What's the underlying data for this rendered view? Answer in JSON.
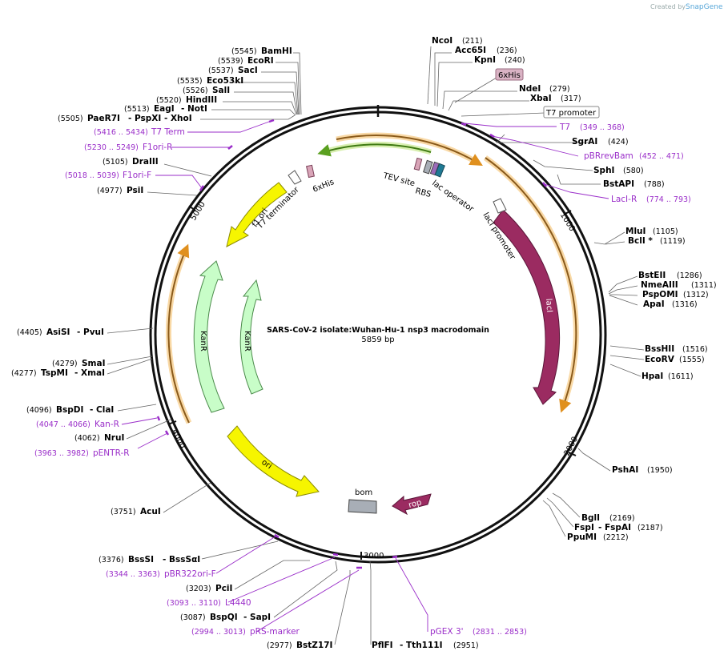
{
  "credit": {
    "prefix": "Created by",
    "brand": "SnapGene"
  },
  "plasmid": {
    "name": "SARS-CoV-2 isolate:Wuhan-Hu-1 nsp3 macrodomain",
    "size_label": "5859 bp"
  },
  "ticks": [
    "1000",
    "2000",
    "3000",
    "4000",
    "5000"
  ],
  "sites_left": [
    {
      "pos": "(5545)",
      "name": "BamHI"
    },
    {
      "pos": "(5539)",
      "name": "EcoRI"
    },
    {
      "pos": "(5537)",
      "name": "SacI"
    },
    {
      "pos": "(5535)",
      "name": "Eco53kI"
    },
    {
      "pos": "(5526)",
      "name": "SalI"
    },
    {
      "pos": "(5520)",
      "name": "HindIII"
    },
    {
      "pos": "(5513)",
      "name": "EagI",
      "extra": "- NotI"
    },
    {
      "pos": "(5505)",
      "name": "PaeR7I",
      "extra": "- PspXI  - XhoI"
    },
    {
      "pos": "(5105)",
      "name": "DraIII"
    },
    {
      "pos": "(4977)",
      "name": "PsiI"
    },
    {
      "pos": "(4405)",
      "name": "AsiSI",
      "extra": "- PvuI"
    },
    {
      "pos": "(4279)",
      "name": "SmaI"
    },
    {
      "pos": "(4277)",
      "name": "TspMI",
      "extra": "- XmaI"
    },
    {
      "pos": "(4096)",
      "name": "BspDI",
      "extra": "- ClaI"
    },
    {
      "pos": "(4062)",
      "name": "NruI"
    },
    {
      "pos": "(3751)",
      "name": "AcuI"
    },
    {
      "pos": "(3376)",
      "name": "BssSI",
      "extra": "- BssSαI"
    },
    {
      "pos": "(3203)",
      "name": "PciI"
    },
    {
      "pos": "(3087)",
      "name": "BspQI",
      "extra": "- SapI"
    },
    {
      "pos": "(2977)",
      "name": "BstZ17I"
    }
  ],
  "sites_right": [
    {
      "name": "NcoI",
      "pos": "(211)"
    },
    {
      "name": "Acc65I",
      "pos": "(236)"
    },
    {
      "name": "KpnI",
      "pos": "(240)"
    },
    {
      "name": "NdeI",
      "pos": "(279)"
    },
    {
      "name": "XbaI",
      "pos": "(317)"
    },
    {
      "name": "SgrAI",
      "pos": "(424)"
    },
    {
      "name": "SphI",
      "pos": "(580)"
    },
    {
      "name": "BstAPI",
      "pos": "(788)"
    },
    {
      "name": "MluI",
      "pos": "(1105)"
    },
    {
      "name": "BclI *",
      "pos": "(1119)"
    },
    {
      "name": "BstEII",
      "pos": "(1286)"
    },
    {
      "name": "NmeAIII",
      "pos": "(1311)"
    },
    {
      "name": "PspOMI",
      "pos": "(1312)"
    },
    {
      "name": "ApaI",
      "pos": "(1316)"
    },
    {
      "name": "BssHII",
      "pos": "(1516)"
    },
    {
      "name": "EcoRV",
      "pos": "(1555)"
    },
    {
      "name": "HpaI",
      "pos": "(1611)"
    },
    {
      "name": "PshAI",
      "pos": "(1950)"
    },
    {
      "name": "BglI",
      "pos": "(2169)"
    },
    {
      "name": "FspI",
      "extra": "- FspAI",
      "pos": "(2187)"
    },
    {
      "name": "PpuMI",
      "pos": "(2212)"
    },
    {
      "name": "PflFI",
      "extra": "- Tth111I",
      "pos": "(2951)"
    }
  ],
  "primers": [
    {
      "range": "(5416 .. 5434)",
      "name": "T7 Term"
    },
    {
      "range": "(5230 .. 5249)",
      "name": "F1ori-R"
    },
    {
      "range": "(5018 .. 5039)",
      "name": "F1ori-F"
    },
    {
      "range": "(4047 .. 4066)",
      "name": "Kan-R"
    },
    {
      "range": "(3963 .. 3982)",
      "name": "pENTR-R"
    },
    {
      "range": "(3344 .. 3363)",
      "name": "pBR322ori-F"
    },
    {
      "range": "(3093 .. 3110)",
      "name": "L4440"
    },
    {
      "range": "(2994 .. 3013)",
      "name": "pRS-marker"
    },
    {
      "name": "T7",
      "range": "(349 .. 368)"
    },
    {
      "name": "pBRrevBam",
      "range": "(452 .. 471)"
    },
    {
      "name": "LacI-R",
      "range": "(774 .. 793)"
    },
    {
      "name": "pGEX 3'",
      "range": "(2831 .. 2853)"
    }
  ],
  "boxed_labels": [
    {
      "text": "6xHis",
      "fill": "#d9b3c4",
      "stroke": "#9a6b80"
    },
    {
      "text": "T7 promoter",
      "fill": "#ffffff",
      "stroke": "#888888"
    }
  ],
  "features": {
    "lacI": "lacI",
    "lacI_promoter": "lacI promoter",
    "lac_operator": "lac operator",
    "rbs": "RBS",
    "tev_site": "TEV site",
    "his_inner": "6xHis",
    "t7_terminator": "T7 terminator",
    "f1_ori": "f1 ori",
    "kanr_outer": "KanR",
    "kanr_inner": "KanR",
    "ori": "ori",
    "bom": "bom",
    "rop": "rop"
  },
  "colors": {
    "lacI": "#9b2b61",
    "yellow": "#f6f500",
    "kanr": "#c8fdc8",
    "orf_orange": "#f2a640",
    "orf_green": "#8fcf2f",
    "bom": "#a8aeb6",
    "primer": "#9a2ec9"
  }
}
